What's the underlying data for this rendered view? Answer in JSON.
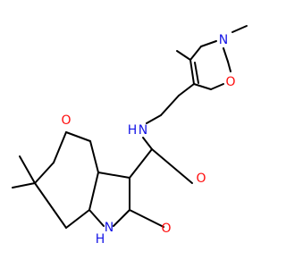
{
  "colors": {
    "carbon_bond": "#000000",
    "oxygen": "#ff0d0d",
    "nitrogen": "#1414e6",
    "background": "#ffffff"
  },
  "atoms": {
    "oxazole_n": "N",
    "oxazole_o": "O",
    "amide_nh": "N",
    "amide_h": "H",
    "amide_o": "O",
    "ketone_o": "O",
    "lactam_nh": "H",
    "lactam_n": "N",
    "lactam_o": "O"
  }
}
